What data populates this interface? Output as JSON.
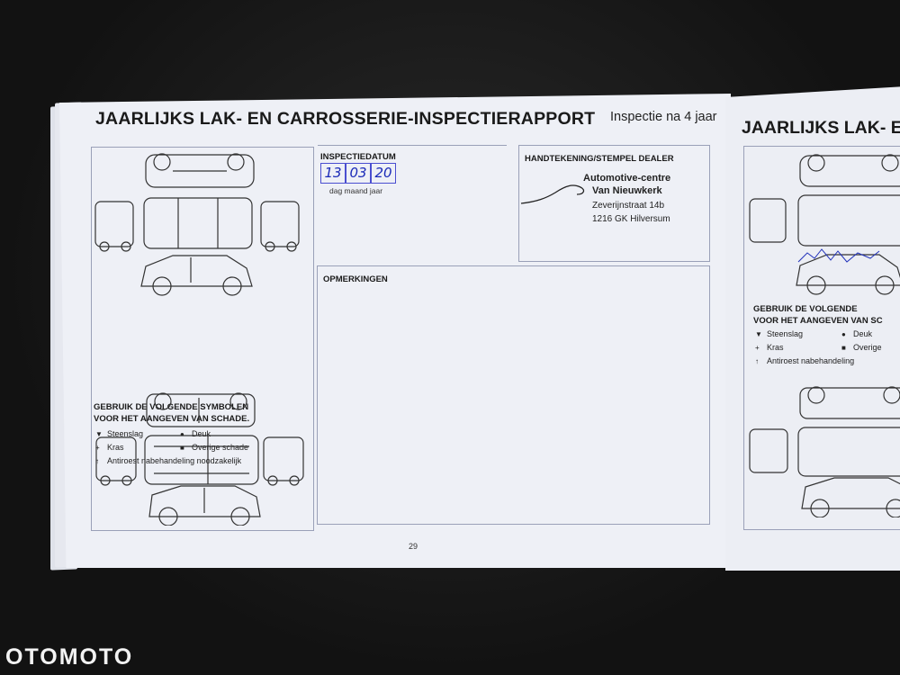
{
  "booklet": {
    "left_page": {
      "title": "JAARLIJKS LAK- EN CARROSSERIE-INSPECTIERAPPORT",
      "subtitle": "Inspectie na 4 jaar",
      "inspection_date": {
        "label": "INSPECTIEDATUM",
        "day": "13",
        "month": "03",
        "year": "20",
        "hint": "dag maand jaar"
      },
      "dealer": {
        "label": "HANDTEKENING/STEMPEL DEALER",
        "name_line1": "Automotive-centre",
        "name_line2": "Van Nieuwkerk",
        "street": "Zeverijnstraat 14b",
        "city": "1216 GK Hilversum"
      },
      "remarks": {
        "label": "OPMERKINGEN"
      },
      "symbols": {
        "heading_line1": "GEBRUIK DE VOLGENDE SYMBOLEN",
        "heading_line2": "VOOR HET AANGEVEN VAN SCHADE.",
        "items": [
          {
            "symbol": "▼",
            "label": "Steenslag"
          },
          {
            "symbol": "●",
            "label": "Deuk"
          },
          {
            "symbol": "+",
            "label": "Kras"
          },
          {
            "symbol": "■",
            "label": "Overige schade"
          },
          {
            "symbol": "↑",
            "label": "Antiroest nabehandeling noodzakelijk"
          }
        ]
      },
      "page_number": "29"
    },
    "right_page": {
      "title": "JAARLIJKS LAK- E",
      "symbols": {
        "heading_line1": "GEBRUIK DE VOLGENDE",
        "heading_line2": "VOOR HET AANGEVEN VAN SC",
        "items": [
          {
            "symbol": "▼",
            "label": "Steenslag"
          },
          {
            "symbol": "●",
            "label": "Deuk"
          },
          {
            "symbol": "+",
            "label": "Kras"
          },
          {
            "symbol": "■",
            "label": "Overige"
          },
          {
            "symbol": "↑",
            "label": "Antiroest nabehandeling"
          }
        ]
      }
    }
  },
  "watermark": "OTOMOTO",
  "colors": {
    "ink_blue": "#1a2ab8",
    "paper": "#eef0f6",
    "frame": "#9aa0b8"
  }
}
